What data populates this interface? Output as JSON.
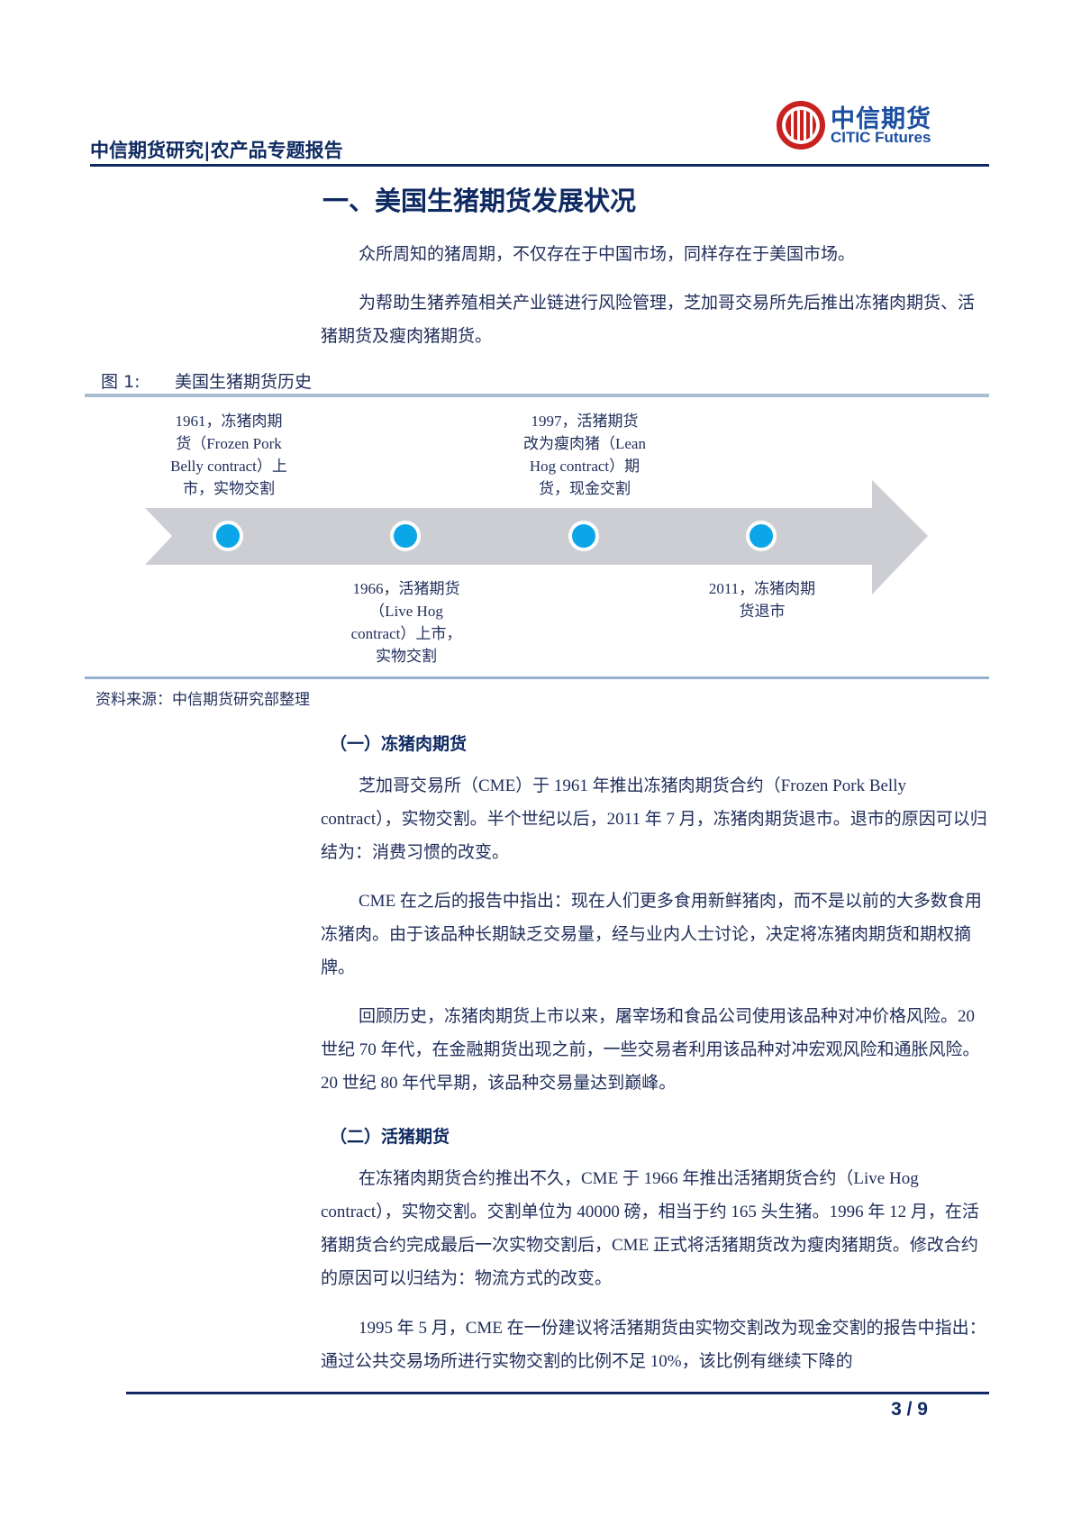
{
  "header": {
    "logo": {
      "cn": "中信期货",
      "en": "CITIC Futures",
      "brand_color": "#1b4ea0",
      "mark_color": "#c8211f"
    },
    "report_title": "中信期货研究|农产品专题报告",
    "rule_color": "#0f2a62"
  },
  "section": {
    "title": "一、美国生猪期货发展状况",
    "intro_paragraphs": [
      "众所周知的猪周期，不仅存在于中国市场，同样存在于美国市场。",
      "为帮助生猪养殖相关产业链进行风险管理，芝加哥交易所先后推出冻猪肉期货、活猪期货及瘦肉猪期货。"
    ]
  },
  "figure": {
    "number": "图 1:",
    "caption": "美国生猪期货历史",
    "source": "资料来源：中信期货研究部整理",
    "arrow_color": "#ccced3",
    "node_color": "#0aa6e8",
    "timeline": [
      {
        "year": "1961",
        "position": "above",
        "lines": [
          "1961，冻猪肉期",
          "货（Frozen Pork",
          "Belly contract）上",
          "市，实物交割"
        ]
      },
      {
        "year": "1966",
        "position": "below",
        "lines": [
          "1966，活猪期货",
          "（Live Hog",
          "contract）上市，",
          "实物交割"
        ]
      },
      {
        "year": "1997",
        "position": "above",
        "lines": [
          "1997，活猪期货",
          "改为瘦肉猪（Lean",
          "Hog contract）期",
          "货，现金交割"
        ]
      },
      {
        "year": "2011",
        "position": "below",
        "lines": [
          "2011，冻猪肉期",
          "货退市"
        ]
      }
    ]
  },
  "subsections": [
    {
      "title": "（一）冻猪肉期货",
      "paragraphs": [
        "芝加哥交易所（CME）于 1961 年推出冻猪肉期货合约（Frozen Pork Belly contract），实物交割。半个世纪以后，2011 年 7 月，冻猪肉期货退市。退市的原因可以归结为：消费习惯的改变。",
        "CME 在之后的报告中指出：现在人们更多食用新鲜猪肉，而不是以前的大多数食用冻猪肉。由于该品种长期缺乏交易量，经与业内人士讨论，决定将冻猪肉期货和期权摘牌。",
        "回顾历史，冻猪肉期货上市以来，屠宰场和食品公司使用该品种对冲价格风险。20 世纪 70 年代，在金融期货出现之前，一些交易者利用该品种对冲宏观风险和通胀风险。20 世纪 80 年代早期，该品种交易量达到巅峰。"
      ]
    },
    {
      "title": "（二）活猪期货",
      "paragraphs": [
        "在冻猪肉期货合约推出不久，CME 于 1966 年推出活猪期货合约（Live Hog contract），实物交割。交割单位为 40000 磅，相当于约 165 头生猪。1996 年 12 月，在活猪期货合约完成最后一次实物交割后，CME 正式将活猪期货改为瘦肉猪期货。修改合约的原因可以归结为：物流方式的改变。",
        "1995 年 5 月，CME 在一份建议将活猪期货由实物交割改为现金交割的报告中指出：通过公共交易场所进行实物交割的比例不足 10%，该比例有继续下降的"
      ]
    }
  ],
  "footer": {
    "page": "3 / 9"
  }
}
